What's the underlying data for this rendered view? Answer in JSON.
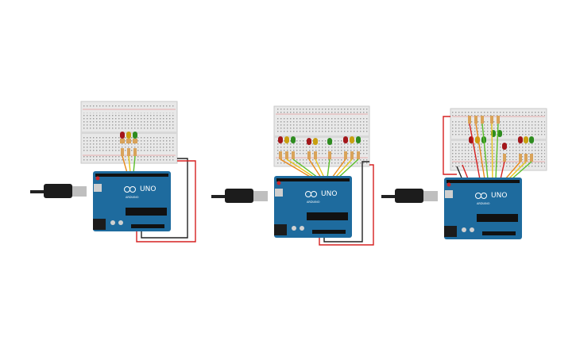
{
  "boards": [
    {
      "brand": "UNO",
      "maker": "ARDUINO"
    },
    {
      "brand": "UNO",
      "maker": "ARDUINO"
    },
    {
      "brand": "UNO",
      "maker": "ARDUINO"
    }
  ],
  "colors": {
    "board": "#1e6b9e",
    "breadboard": "#e8e8e8",
    "wire_red": "#d62020",
    "wire_black": "#222222",
    "wire_green": "#5cbf2a",
    "wire_yellow": "#e6c31a",
    "wire_orange": "#e8891a",
    "led_red": "#a3161a",
    "led_yellow": "#c9a00f",
    "led_green": "#2e8c1f"
  }
}
